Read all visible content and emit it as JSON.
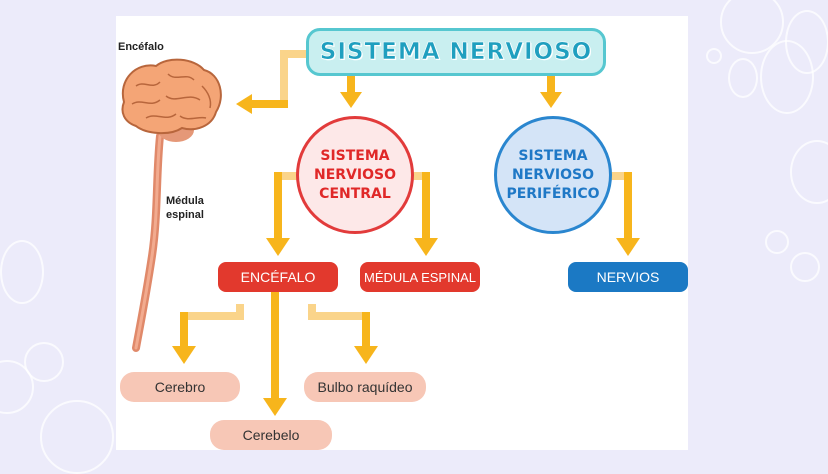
{
  "diagram": {
    "title": "SISTEMA NERVIOSO",
    "central": "SISTEMA\nNERVIOSO\nCENTRAL",
    "peripheral": "SISTEMA\nNERVIOSO\nPERIFÉRICO",
    "encefalo_box": "ENCÉFALO",
    "medula_box": "MÉDULA ESPINAL",
    "nervios_box": "NERVIOS",
    "cerebro": "Cerebro",
    "cerebelo": "Cerebelo",
    "bulbo": "Bulbo raquídeo"
  },
  "illustration": {
    "label_encefalo": "Encéfalo",
    "label_medula_line1": "Médula",
    "label_medula_line2": "espinal"
  },
  "colors": {
    "arrow": "#f7b51c",
    "central": "#e23b3b",
    "peripheral": "#2a86cf",
    "title": "#1f9fbf",
    "background": "#ecebfa"
  }
}
